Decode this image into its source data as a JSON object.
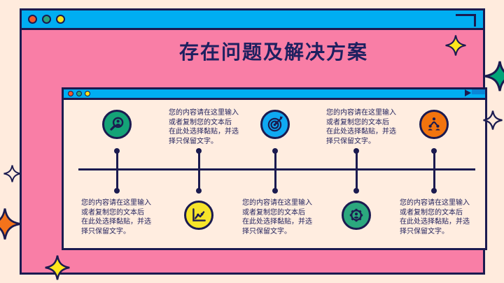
{
  "slide": {
    "title": "存在问题及解决方案",
    "background_color": "#F97EA6",
    "frame_background": "#FFEBDD",
    "titlebar_color": "#00AEF2",
    "outline_color": "#1B1B50",
    "card_color": "#FFEDE0"
  },
  "window": {
    "traffic_lights": [
      {
        "name": "orange",
        "color": "#F1592A"
      },
      {
        "name": "green",
        "color": "#2CA47C"
      },
      {
        "name": "yellow",
        "color": "#F6E01C"
      }
    ]
  },
  "card": {
    "traffic_lights": [
      {
        "name": "orange",
        "color": "#F1592A"
      },
      {
        "name": "green",
        "color": "#2CA47C"
      },
      {
        "name": "yellow",
        "color": "#F6E01C"
      }
    ]
  },
  "placeholder": {
    "lines": [
      "您的内容请在这里输入",
      "或者复制您的文本后",
      "在此处选择黏贴，并选",
      "择只保留文字。"
    ]
  },
  "timeline": {
    "nodes": [
      {
        "icon": "person-search-icon",
        "color": "#14A377",
        "icon_position": "top"
      },
      {
        "icon": "line-chart-icon",
        "color": "#F6E42A",
        "icon_position": "bottom"
      },
      {
        "icon": "target-arrow-icon",
        "color": "#0FA9F2",
        "icon_position": "top"
      },
      {
        "icon": "gear-user-icon",
        "color": "#2BA87E",
        "icon_position": "bottom"
      },
      {
        "icon": "org-chart-icon",
        "color": "#F2740E",
        "icon_position": "top"
      }
    ]
  },
  "decorations": {
    "stars": [
      {
        "name": "yellow-star-top-right",
        "color": "#FFE61C"
      },
      {
        "name": "green-star-right",
        "color": "#00A578"
      },
      {
        "name": "outline-star-right",
        "color": "#FFEBDD"
      },
      {
        "name": "outline-star-left",
        "color": "#FFEBDD"
      },
      {
        "name": "orange-star-left",
        "color": "#F4731B"
      },
      {
        "name": "yellow-star-bottom",
        "color": "#FFE61C"
      }
    ]
  }
}
